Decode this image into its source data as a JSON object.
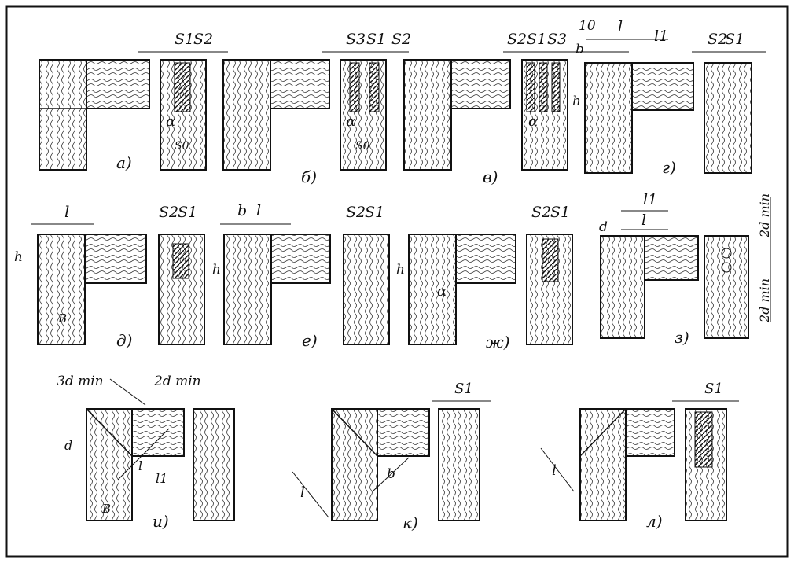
{
  "figure": {
    "panels": [
      {
        "caption": "а)",
        "dims": [
          "S1",
          "S2"
        ]
      },
      {
        "caption": "б)",
        "dims": [
          "S3",
          "S1",
          "S2"
        ]
      },
      {
        "caption": "в)",
        "dims": [
          "S2",
          "S1",
          "S3"
        ]
      },
      {
        "caption": "г)",
        "dims": [
          "10",
          "l",
          "l1",
          "b",
          "h",
          "S2",
          "S1"
        ]
      },
      {
        "caption": "д)",
        "dims": [
          "l",
          "h",
          "S2",
          "S1"
        ]
      },
      {
        "caption": "е)",
        "dims": [
          "b",
          "l",
          "h",
          "S2",
          "S1"
        ]
      },
      {
        "caption": "ж)",
        "dims": [
          "h",
          "S2",
          "S1"
        ]
      },
      {
        "caption": "з)",
        "dims": [
          "l1",
          "l",
          "d",
          "2d min",
          "2d min"
        ]
      },
      {
        "caption": "и)",
        "dims": [
          "3d min",
          "2d min",
          "d",
          "l",
          "l1"
        ]
      },
      {
        "caption": "к)",
        "dims": [
          "S1",
          "l",
          "b"
        ]
      },
      {
        "caption": "л)",
        "dims": [
          "S1",
          "l"
        ]
      }
    ],
    "angle_label": "α",
    "grain_labels": [
      "S0",
      "B"
    ]
  }
}
